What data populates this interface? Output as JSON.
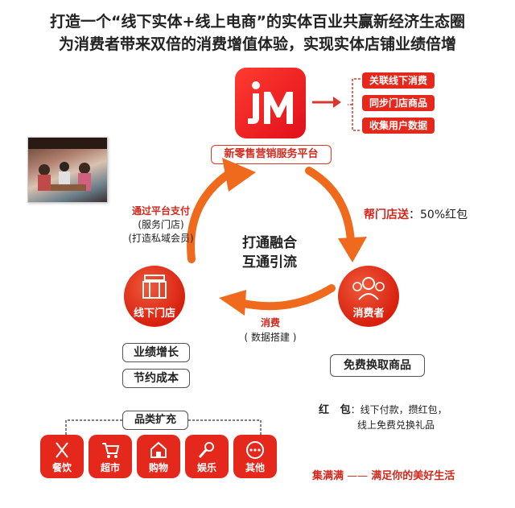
{
  "headline": {
    "line1": "打造一个“线下实体+线上电商”的实体百业共赢新经济生态圈",
    "line2": "为消费者带来双倍的消费增值体验，实现实体店铺业绩倍增"
  },
  "platform": {
    "label": "新零售营销服务平台",
    "features": [
      "关联线下消费",
      "同步门店商品",
      "收集用户数据"
    ]
  },
  "center": {
    "line1": "打通融合",
    "line2": "互通引流"
  },
  "store": {
    "label": "线下门店",
    "pay_title": "通过平台支付",
    "pay_line2": "(服务门店)",
    "pay_line3": "(打造私域会员)",
    "benefits": [
      "业绩增长",
      "节约成本"
    ]
  },
  "consumer": {
    "label": "消费者",
    "help_title": "帮门店送",
    "help_value": "：50%红包",
    "free_goods": "免费换取商品"
  },
  "consume": {
    "title": "消费",
    "sub": "( 数据搭建 )"
  },
  "redpacket": {
    "title": "红   包",
    "line1": "：线下付款，攒红包，",
    "line2": "线上免费兑换礼品"
  },
  "categories": {
    "title": "品类扩充",
    "items": [
      {
        "label": "餐饮",
        "icon": "dining-icon"
      },
      {
        "label": "超市",
        "icon": "cart-icon"
      },
      {
        "label": "购物",
        "icon": "shop-icon"
      },
      {
        "label": "娱乐",
        "icon": "microphone-icon"
      },
      {
        "label": "其他",
        "icon": "more-icon"
      }
    ]
  },
  "slogan": {
    "brand": "集满满",
    "dash": "——",
    "text": "满足你的美好生活"
  },
  "colors": {
    "accent": "#e4281c",
    "arrow": "#ef6a1c"
  }
}
